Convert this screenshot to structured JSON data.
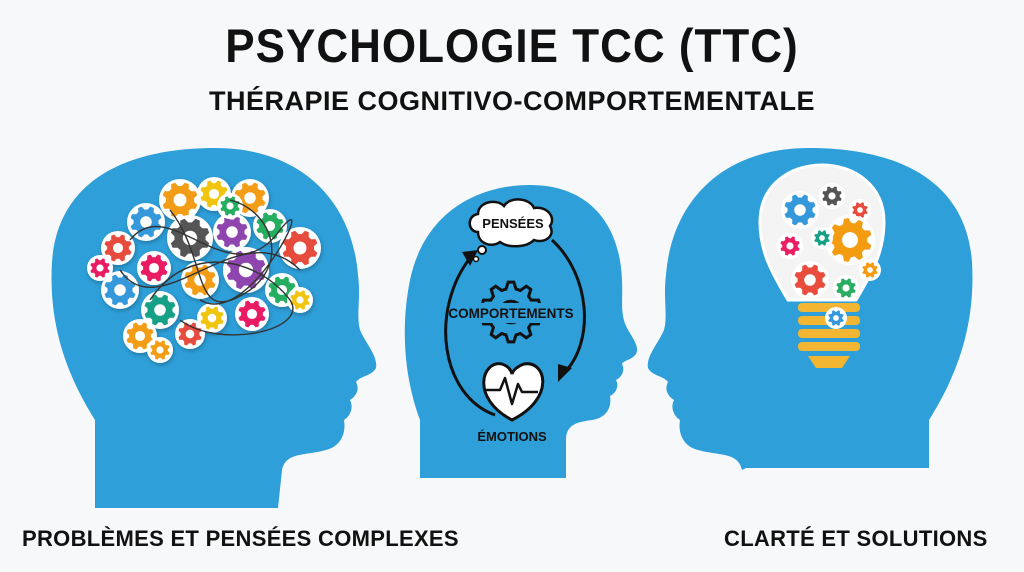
{
  "header": {
    "title": "PSYCHOLOGIE TCC (TTC)",
    "subtitle": "THÉRAPIE COGNITIVO-COMPORTEMENTALE"
  },
  "panels": {
    "left": {
      "caption": "PROBLÈMES ET PENSÉES COMPLEXES"
    },
    "center": {
      "cycle": {
        "thoughts": "PENSÉES",
        "behaviors": "COMPORTEMENTS",
        "emotions": "ÉMOTIONS"
      }
    },
    "right": {
      "caption": "CLARTÉ ET SOLUTIONS"
    }
  },
  "colors": {
    "head_blue": "#2e9fd9",
    "gear_palette": [
      "#e74c3c",
      "#f39c12",
      "#27ae60",
      "#3498db",
      "#8e44ad",
      "#e91e63",
      "#555555",
      "#16a085",
      "#f1c40f"
    ]
  }
}
